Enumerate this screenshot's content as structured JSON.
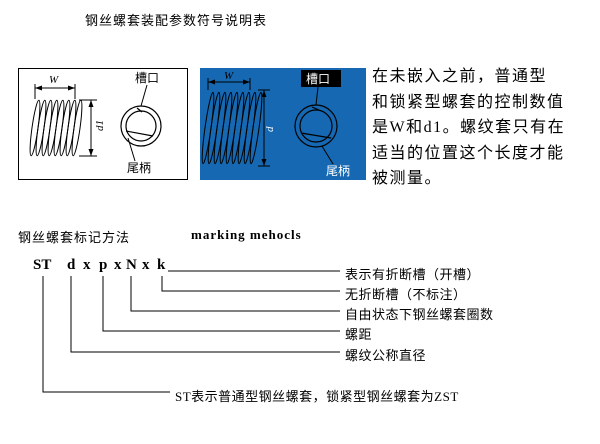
{
  "page": {
    "title": "钢丝螺套装配参数符号说明表"
  },
  "left_diagram": {
    "w_label": "W",
    "d_label": "d1",
    "notch_label": "槽口",
    "tail_label": "尾柄"
  },
  "right_diagram": {
    "w_label": "W",
    "d_label": "d",
    "notch_label": "槽口",
    "tail_label": "尾柄"
  },
  "description": {
    "lines": [
      "在未嵌入之前，普通型",
      "和锁紧型螺套的控制数值",
      "是W和d1。螺纹套只有在",
      "适当的位置这个长度才能",
      "被测量。"
    ]
  },
  "marking": {
    "heading_cn": "钢丝螺套标记方法",
    "heading_en": "marking mehocls",
    "code_parts": [
      "ST",
      "d",
      "x",
      "p",
      "x",
      "N",
      "x",
      "k"
    ],
    "explanations": [
      "表示有折断槽（开槽）",
      "无折断槽（不标注）",
      "自由状态下钢丝螺套圈数",
      "螺距",
      "螺纹公称直径",
      "ST表示普通型钢丝螺套，锁紧型钢丝螺套为ZST"
    ]
  },
  "colors": {
    "diagram_blue": "#1568b1"
  }
}
